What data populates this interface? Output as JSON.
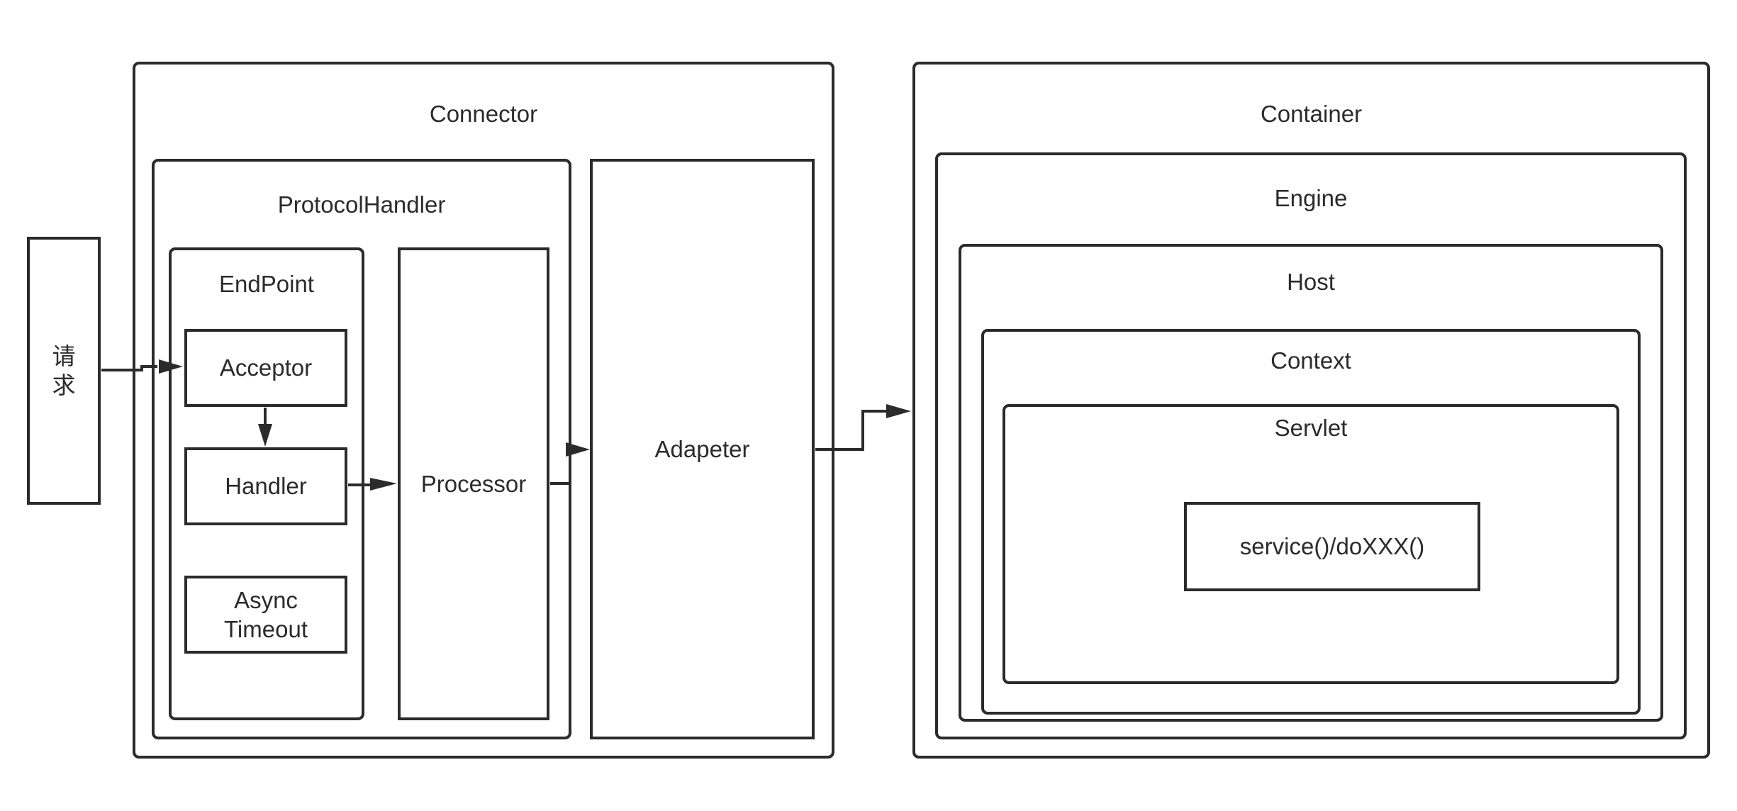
{
  "request": {
    "label_line1": "请",
    "label_line2": "求"
  },
  "connector": {
    "title": "Connector",
    "protocol_handler": {
      "title": "ProtocolHandler",
      "endpoint": {
        "title": "EndPoint",
        "acceptor": "Acceptor",
        "handler": "Handler",
        "async_timeout_line1": "Async",
        "async_timeout_line2": "Timeout"
      },
      "processor": "Processor"
    },
    "adapter": "Adapeter"
  },
  "container": {
    "title": "Container",
    "engine": "Engine",
    "host": "Host",
    "context": "Context",
    "servlet": "Servlet",
    "method": "service()/doXXX()"
  },
  "colors": {
    "stroke": "#2b2b2b",
    "background": "#ffffff"
  }
}
